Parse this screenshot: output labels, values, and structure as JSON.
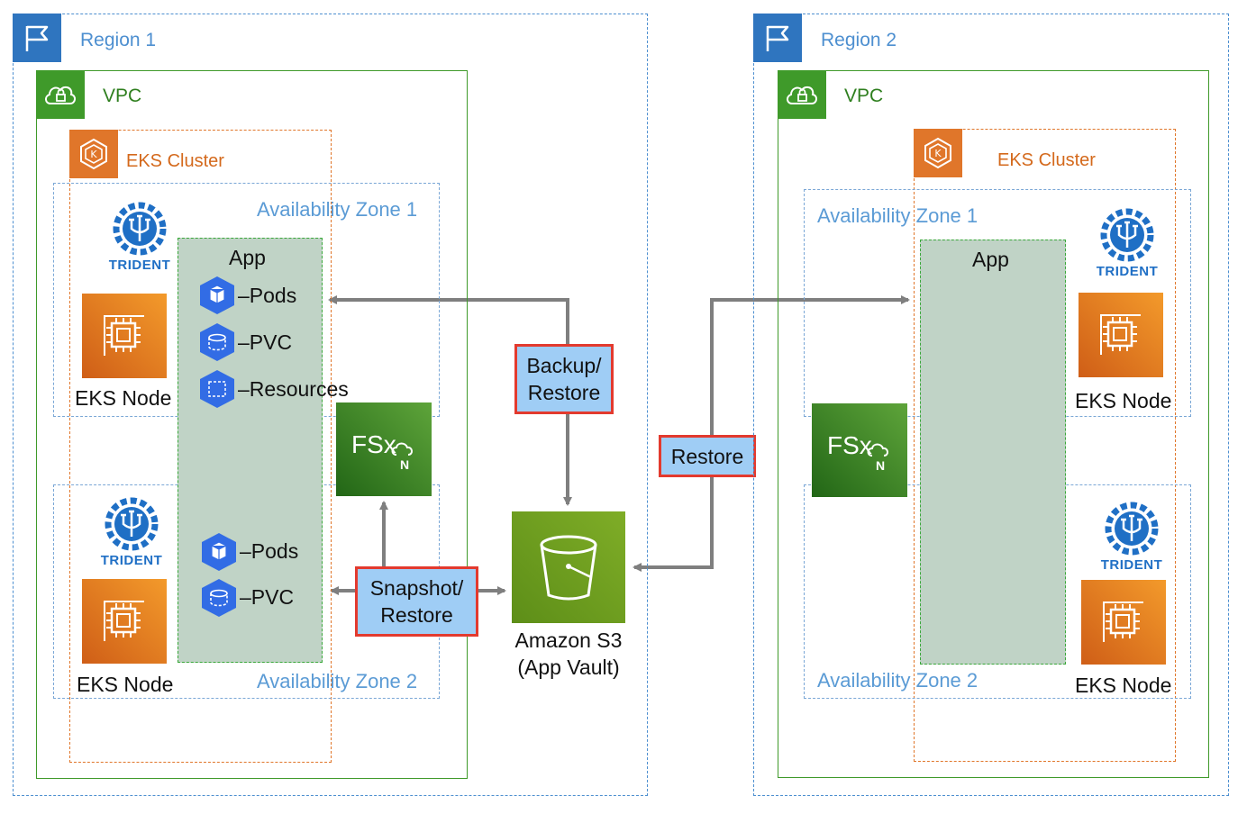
{
  "region1": {
    "label": "Region 1",
    "vpc_label": "VPC",
    "eks_label": "EKS Cluster",
    "az1_label": "Availability Zone 1",
    "az2_label": "Availability Zone 2",
    "app_label": "App",
    "trident_label": "TRIDENT",
    "eks_node_label": "EKS Node",
    "zone1_resources": [
      "Pods",
      "PVC",
      "Resources"
    ],
    "zone2_resources": [
      "Pods",
      "PVC"
    ]
  },
  "region2": {
    "label": "Region 2",
    "vpc_label": "VPC",
    "eks_label": "EKS Cluster",
    "az1_label": "Availability Zone 1",
    "az2_label": "Availability Zone 2",
    "app_label": "App",
    "trident_label": "TRIDENT",
    "eks_node_label": "EKS Node"
  },
  "actions": {
    "backup_restore": [
      "Backup/",
      "Restore"
    ],
    "restore": "Restore",
    "snapshot_restore": [
      "Snapshot/",
      "Restore"
    ]
  },
  "s3": {
    "label_line1": "Amazon S3",
    "label_line2": "(App Vault)"
  },
  "fsx_text": "FSx",
  "colors": {
    "region": "#4d8fd0",
    "vpc": "#3f9a2a",
    "eks": "#e0762a",
    "action_fill": "#9fcdf5",
    "action_border": "#e33a2e",
    "arrow": "#7f7f7f"
  },
  "icons": [
    "flag-icon",
    "cloud-lock-icon",
    "kubernetes-icon",
    "trident-icon",
    "ec2-chip-icon",
    "fsx-icon",
    "s3-bucket-icon",
    "pod-icon",
    "pvc-icon",
    "resources-icon"
  ]
}
